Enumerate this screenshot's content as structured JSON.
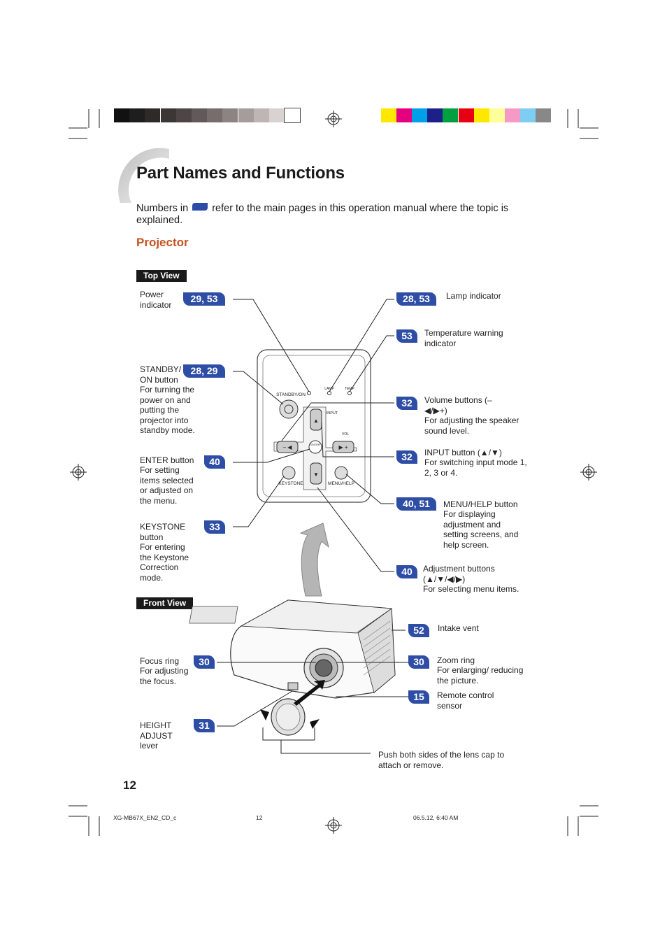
{
  "page_title": "Part Names and Functions",
  "intro": {
    "before": "Numbers in",
    "after": "refer to the main pages in this operation manual where the topic is explained."
  },
  "section_heading": "Projector",
  "top_view": {
    "label": "Top View",
    "panel_labels": {
      "standby_on": "STANDBY/ON",
      "lamp": "LAMP",
      "temp": "TEMP",
      "input": "INPUT",
      "vol": "VOL",
      "enter": "ENTER",
      "keystone": "KEYSTONE",
      "menu_help": "MENU/HELP"
    },
    "callouts": [
      {
        "ref": "29, 53",
        "name": "Power indicator",
        "desc": ""
      },
      {
        "ref": "28, 29",
        "name": "STANDBY/ ON button",
        "desc": "For turning the power on and putting the projector into standby mode."
      },
      {
        "ref": "40",
        "name": "ENTER button",
        "desc": "For setting items selected or adjusted on the menu."
      },
      {
        "ref": "33",
        "name": "KEYSTONE button",
        "desc": "For entering the Keystone Correction mode."
      },
      {
        "ref": "28, 53",
        "name": "Lamp indicator",
        "desc": ""
      },
      {
        "ref": "53",
        "name": "Temperature warning indicator",
        "desc": ""
      },
      {
        "ref": "32",
        "name": "Volume buttons (–◀/▶+)",
        "desc": "For adjusting the speaker sound level."
      },
      {
        "ref": "32",
        "name": "INPUT button (▲/▼)",
        "desc": "For switching input mode 1, 2, 3 or 4."
      },
      {
        "ref": "40, 51",
        "name": "MENU/HELP button",
        "desc": "For displaying adjustment and setting screens, and help screen."
      },
      {
        "ref": "40",
        "name": "Adjustment buttons (▲/▼/◀/▶)",
        "desc": "For selecting menu items."
      }
    ]
  },
  "front_view": {
    "label": "Front View",
    "callouts": [
      {
        "ref": "52",
        "name": "Intake vent",
        "desc": ""
      },
      {
        "ref": "30",
        "name": "Focus ring",
        "desc": "For adjusting the focus."
      },
      {
        "ref": "30",
        "name": "Zoom ring",
        "desc": "For enlarging/ reducing the picture."
      },
      {
        "ref": "15",
        "name": "Remote control sensor",
        "desc": ""
      },
      {
        "ref": "31",
        "name": "HEIGHT ADJUST lever",
        "desc": ""
      }
    ],
    "lens_cap_note": "Push both sides of the lens cap to attach or remove."
  },
  "page_number": "12",
  "footer": {
    "file": "XG-MB67X_EN2_CD_c",
    "page": "12",
    "date": "06.5.12, 6:40 AM"
  },
  "colors": {
    "accent_blue": "#2e4ea6",
    "heading_orange": "#c8501e",
    "gray_bar": [
      "#111111",
      "#1e1e1e",
      "#2e2a2a",
      "#3c3636",
      "#4e4646",
      "#625a5a",
      "#766d6c",
      "#8c8483",
      "#a59d9b",
      "#bdb6b4",
      "#d8d2d0",
      "#ffffff"
    ],
    "color_bar": [
      "#ffe800",
      "#e4007f",
      "#00a0e9",
      "#1d2088",
      "#00a040",
      "#e60012",
      "#ffe800",
      "#ffff99",
      "#f59ac4",
      "#7ecef4",
      "#888888"
    ]
  }
}
